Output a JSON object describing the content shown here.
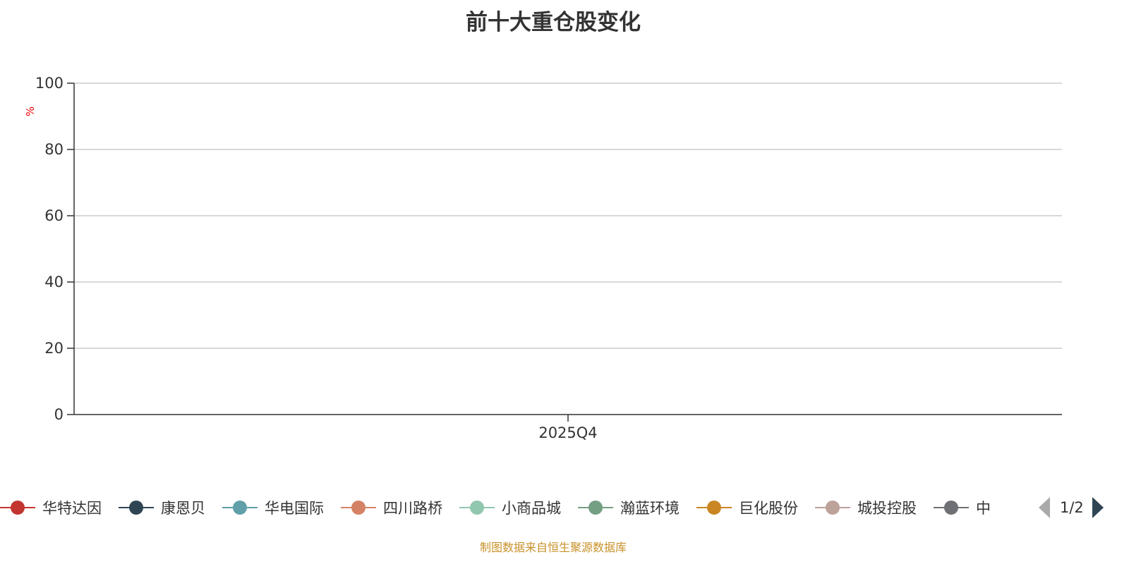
{
  "chart_data": {
    "type": "line",
    "title": "前十大重仓股变化",
    "ylabel": "%",
    "xlabel": "",
    "categories": [
      "2025Q4"
    ],
    "ylim": [
      0,
      100
    ],
    "yticks": [
      0,
      20,
      40,
      60,
      80,
      100
    ],
    "grid": true,
    "legend_placement": "bottom",
    "series": [
      {
        "name": "华特达因",
        "color": "#c23531",
        "values": []
      },
      {
        "name": "康恩贝",
        "color": "#2f4554",
        "values": []
      },
      {
        "name": "华电国际",
        "color": "#61a0a8",
        "values": []
      },
      {
        "name": "四川路桥",
        "color": "#d48265",
        "values": []
      },
      {
        "name": "小商品城",
        "color": "#91c7ae",
        "values": []
      },
      {
        "name": "瀚蓝环境",
        "color": "#749f83",
        "values": []
      },
      {
        "name": "巨化股份",
        "color": "#ca8622",
        "values": []
      },
      {
        "name": "城投控股",
        "color": "#bda29a",
        "values": []
      },
      {
        "name": "中",
        "color": "#6e7074",
        "values": []
      }
    ]
  },
  "legend_page": "1/2",
  "source": "制图数据来自恒生聚源数据库"
}
